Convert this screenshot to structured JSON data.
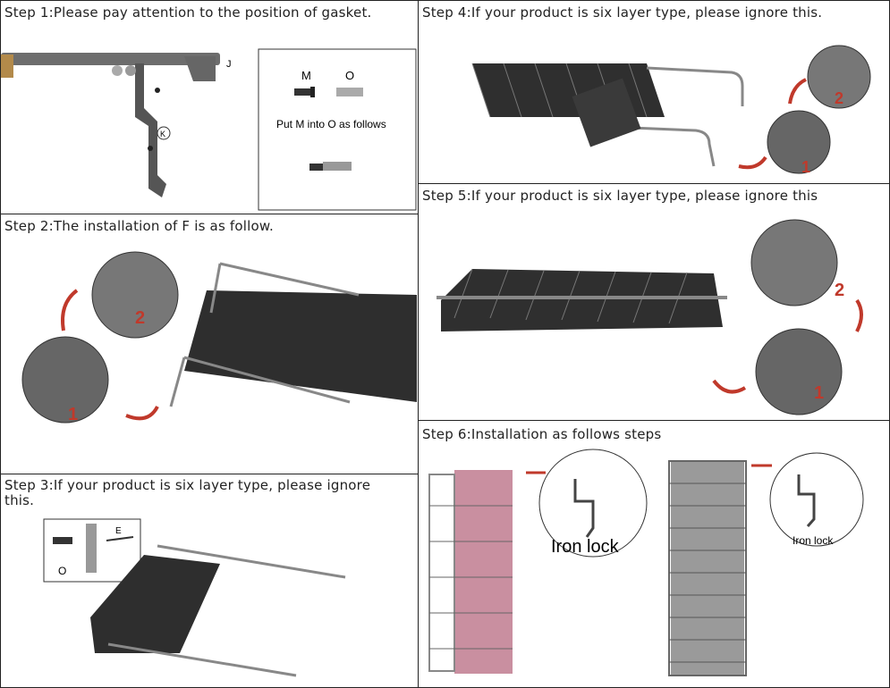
{
  "steps": [
    {
      "title": "Step 1:Please pay attention to the position of gasket."
    },
    {
      "title": "Step 4:If your product is six layer type, please ignore this."
    },
    {
      "title": "Step 2:The installation of F is as follow."
    },
    {
      "title": "Step 5:If your product is six layer type, please ignore this"
    },
    {
      "title": "Step 3:If your product is six layer type, please ignore this."
    },
    {
      "title": "Step 6:Installation as follows steps"
    }
  ],
  "step1": {
    "label_m": "M",
    "label_o": "O",
    "instruction": "Put M into O as follows",
    "part_j": "J",
    "part_k": "K"
  },
  "step2": {
    "num1": "1",
    "num2": "2"
  },
  "step3": {
    "label_e": "E",
    "label_o": "O"
  },
  "step4": {
    "num1": "1",
    "num2": "2"
  },
  "step5": {
    "num1": "1",
    "num2": "2"
  },
  "step6": {
    "iron_lock_1": "Iron lock",
    "iron_lock_2": "Iron lock"
  },
  "colors": {
    "border": "#222222",
    "arrow_red": "#c0392b",
    "fabric_dark": "#2a2a2a",
    "fabric_pink": "#c98fa0",
    "fabric_grey": "#9a9a9a",
    "metal": "#8a8a8a"
  }
}
